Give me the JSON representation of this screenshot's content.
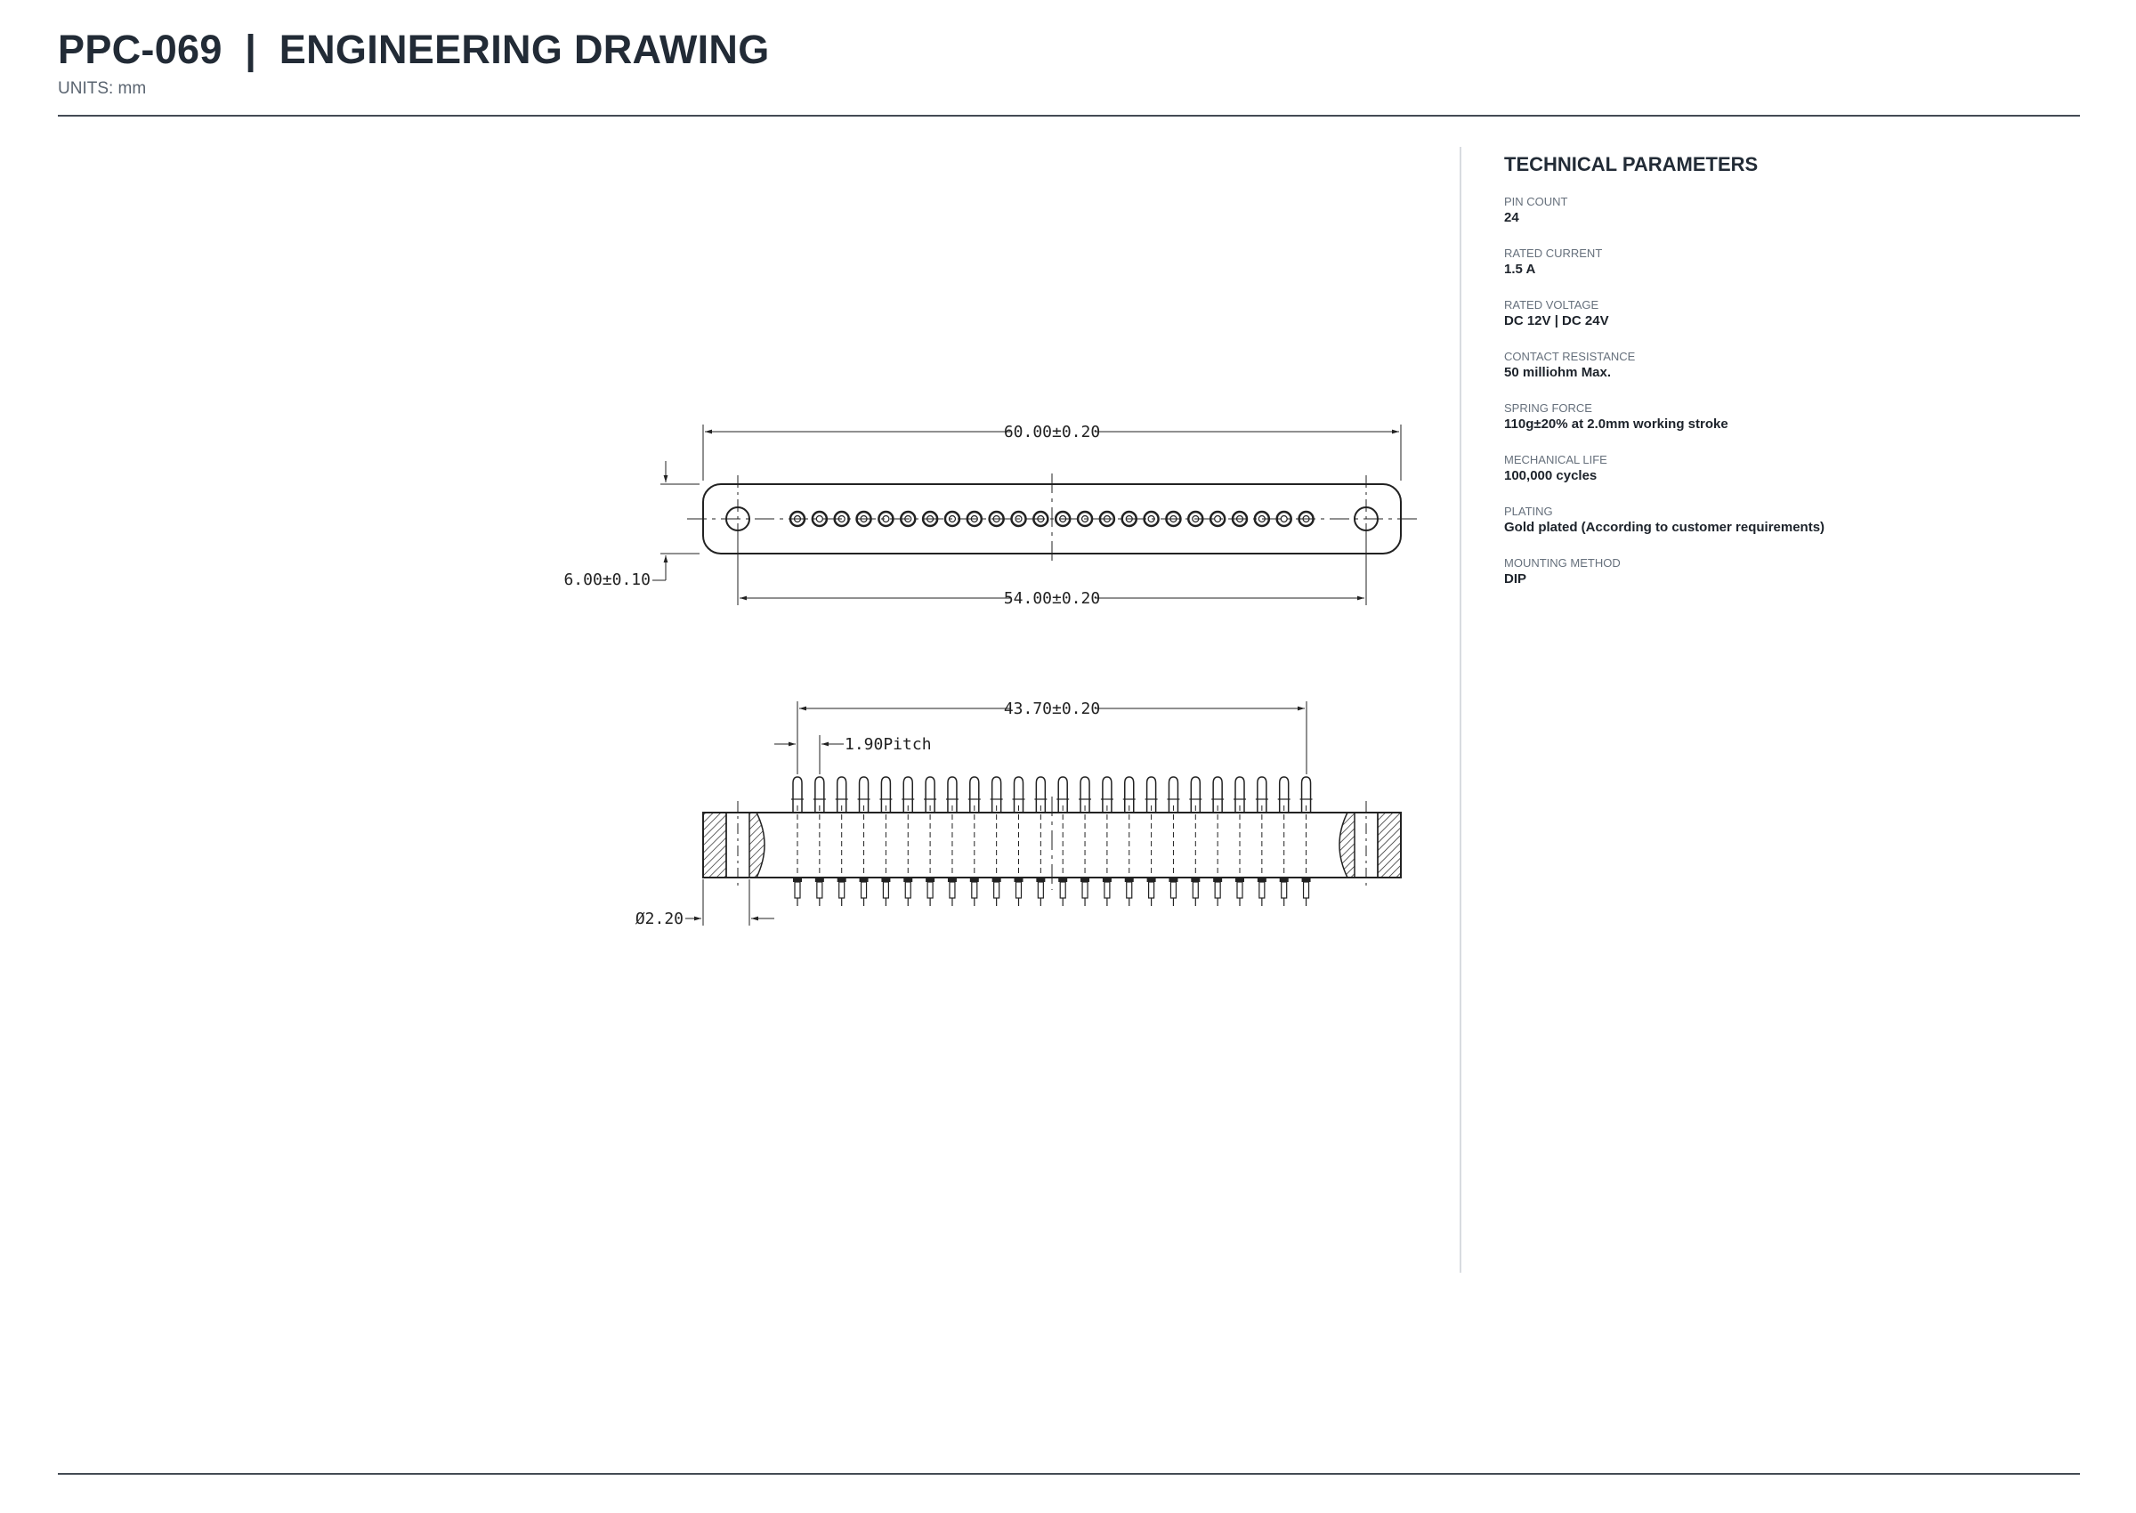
{
  "header": {
    "title": "PPC-069  |  ENGINEERING DRAWING",
    "units": "UNITS: mm"
  },
  "drawing": {
    "dim_overall_length": "60.00±0.20",
    "dim_height": "6.00±0.10",
    "dim_hole_spacing": "54.00±0.20",
    "dim_pin_span": "43.70±0.20",
    "dim_pitch": "1.90Pitch",
    "dim_hole_diameter": "Ø2.20",
    "pin_count": 24
  },
  "parameters": {
    "heading": "TECHNICAL PARAMETERS",
    "items": [
      {
        "label": "PIN COUNT",
        "value": "24"
      },
      {
        "label": "RATED CURRENT",
        "value": "1.5 A"
      },
      {
        "label": "RATED VOLTAGE",
        "value": "DC 12V | DC 24V"
      },
      {
        "label": "CONTACT RESISTANCE",
        "value": "50 milliohm Max."
      },
      {
        "label": "SPRING FORCE",
        "value": "110g±20% at 2.0mm working stroke"
      },
      {
        "label": "MECHANICAL LIFE",
        "value": "100,000 cycles"
      },
      {
        "label": "PLATING",
        "value": "Gold plated (According to customer requirements)"
      },
      {
        "label": "MOUNTING METHOD",
        "value": "DIP"
      }
    ]
  }
}
